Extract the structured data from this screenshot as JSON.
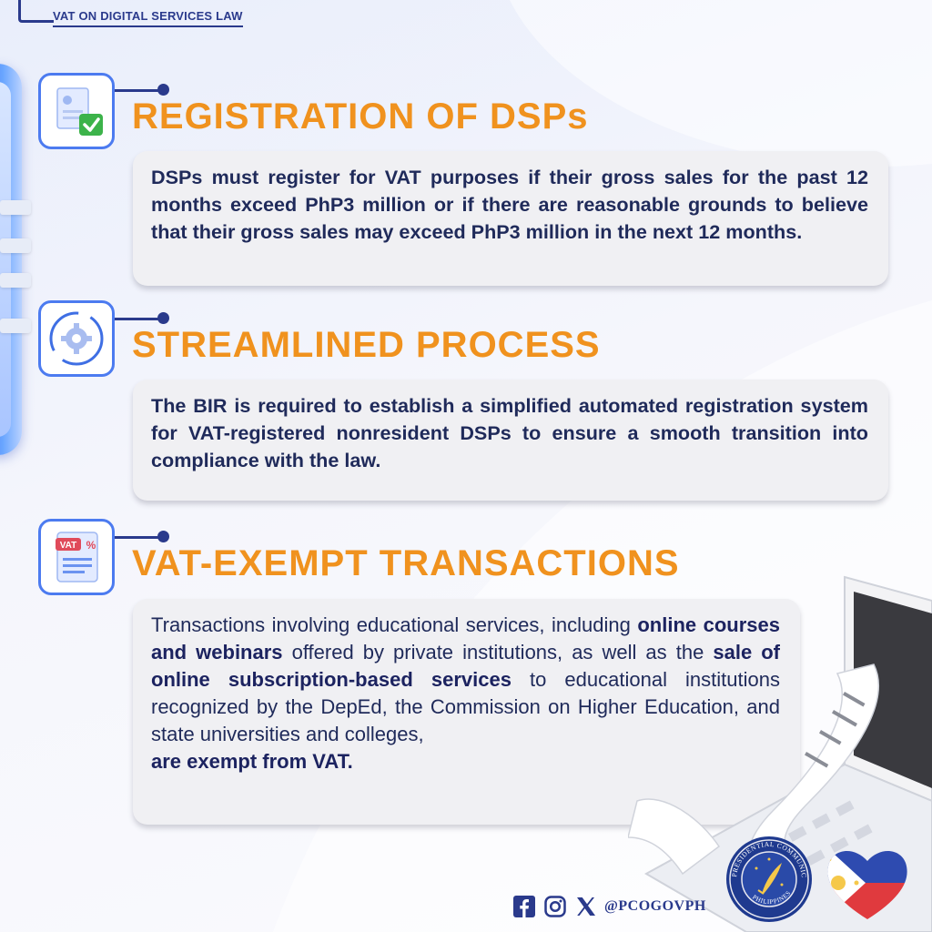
{
  "header": {
    "title": "VAT ON DIGITAL SERVICES LAW"
  },
  "sections": [
    {
      "title": "REGISTRATION OF DSPs",
      "icon": "document-check-icon",
      "text": "DSPs must register for VAT purposes if their gross sales for the past 12 months exceed PhP3 million or if there are reasonable grounds to believe that their gross sales may exceed PhP3 million in the next 12 months."
    },
    {
      "title": "STREAMLINED PROCESS",
      "icon": "gear-refresh-icon",
      "text": "The BIR is required to establish a simplified automated registration system for VAT-registered nonresident DSPs to ensure a smooth transition into compliance with the law."
    },
    {
      "title": "VAT-EXEMPT TRANSACTIONS",
      "icon": "vat-document-icon",
      "icon_label": "VAT",
      "icon_symbol": "%",
      "text_parts": [
        "Transactions involving educational services, including ",
        "online courses and webinars",
        " offered by private institutions, as well as the ",
        "sale of online subscription-based services",
        " to educational institutions recognized by the DepEd, the Commission on Higher Education, and state universities and colleges, ",
        "are exempt from VAT."
      ]
    }
  ],
  "footer": {
    "handle": "@PCOGOVPH",
    "social_icons": [
      "facebook-icon",
      "instagram-icon",
      "x-icon"
    ],
    "seal_text": "PRESIDENTIAL COMMUNICATIONS OFFICE",
    "seal_bottom_text": "PHILIPPINES"
  },
  "colors": {
    "accent": "#f0921e",
    "navy": "#2a3a8c",
    "icon_border": "#4c7bf0",
    "card": "#f0f0f3"
  }
}
